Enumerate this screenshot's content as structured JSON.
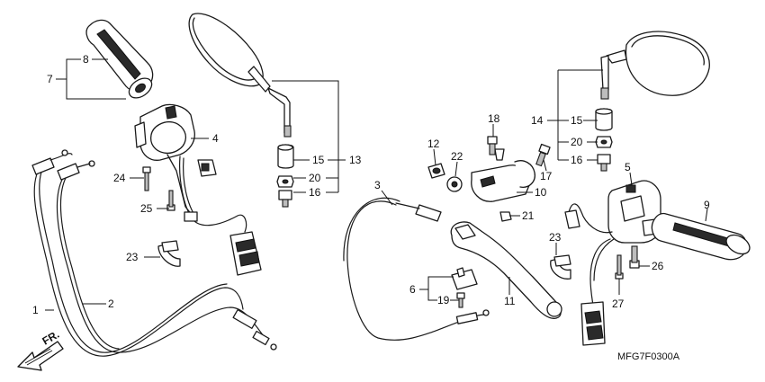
{
  "callouts": [
    {
      "id": "c1",
      "text": "1"
    },
    {
      "id": "c2",
      "text": "2"
    },
    {
      "id": "c3",
      "text": "3"
    },
    {
      "id": "c4",
      "text": "4"
    },
    {
      "id": "c5",
      "text": "5"
    },
    {
      "id": "c6",
      "text": "6"
    },
    {
      "id": "c7",
      "text": "7"
    },
    {
      "id": "c8",
      "text": "8"
    },
    {
      "id": "c9",
      "text": "9"
    },
    {
      "id": "c10",
      "text": "10"
    },
    {
      "id": "c11",
      "text": "11"
    },
    {
      "id": "c12",
      "text": "12"
    },
    {
      "id": "c13",
      "text": "13"
    },
    {
      "id": "c14",
      "text": "14"
    },
    {
      "id": "c15a",
      "text": "15"
    },
    {
      "id": "c15b",
      "text": "15"
    },
    {
      "id": "c16a",
      "text": "16"
    },
    {
      "id": "c16b",
      "text": "16"
    },
    {
      "id": "c17",
      "text": "17"
    },
    {
      "id": "c18",
      "text": "18"
    },
    {
      "id": "c19",
      "text": "19"
    },
    {
      "id": "c20a",
      "text": "20"
    },
    {
      "id": "c20b",
      "text": "20"
    },
    {
      "id": "c21",
      "text": "21"
    },
    {
      "id": "c22",
      "text": "22"
    },
    {
      "id": "c23a",
      "text": "23"
    },
    {
      "id": "c23b",
      "text": "23"
    },
    {
      "id": "c24",
      "text": "24"
    },
    {
      "id": "c25",
      "text": "25"
    },
    {
      "id": "c26",
      "text": "26"
    },
    {
      "id": "c27",
      "text": "27"
    }
  ],
  "front_marker": "FR.",
  "diagram_code": "MFG7F0300A"
}
